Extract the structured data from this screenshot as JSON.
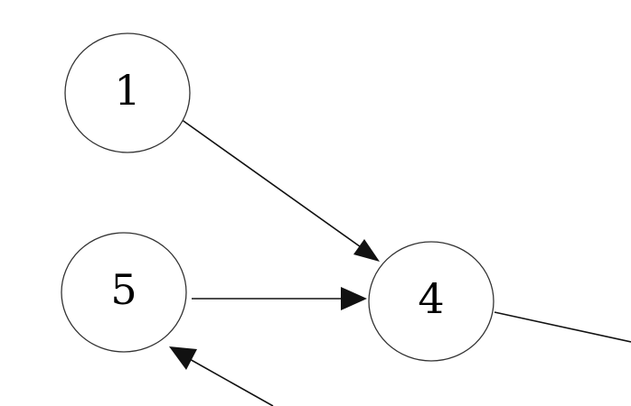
{
  "diagram": {
    "nodes": [
      {
        "id": "n1",
        "label": "1"
      },
      {
        "id": "n5",
        "label": "5"
      },
      {
        "id": "n4",
        "label": "4"
      }
    ],
    "edges": [
      {
        "id": "e1",
        "from": "1",
        "to": "4",
        "directed": true
      },
      {
        "id": "e2",
        "from": "5",
        "to": "4",
        "directed": true
      },
      {
        "id": "e3",
        "from": "",
        "to": "5",
        "directed": true
      },
      {
        "id": "e4",
        "from": "4",
        "to": "",
        "directed": false
      }
    ],
    "colors": {
      "background": "#ffffff",
      "stroke": "#333333",
      "text": "#000000"
    }
  }
}
